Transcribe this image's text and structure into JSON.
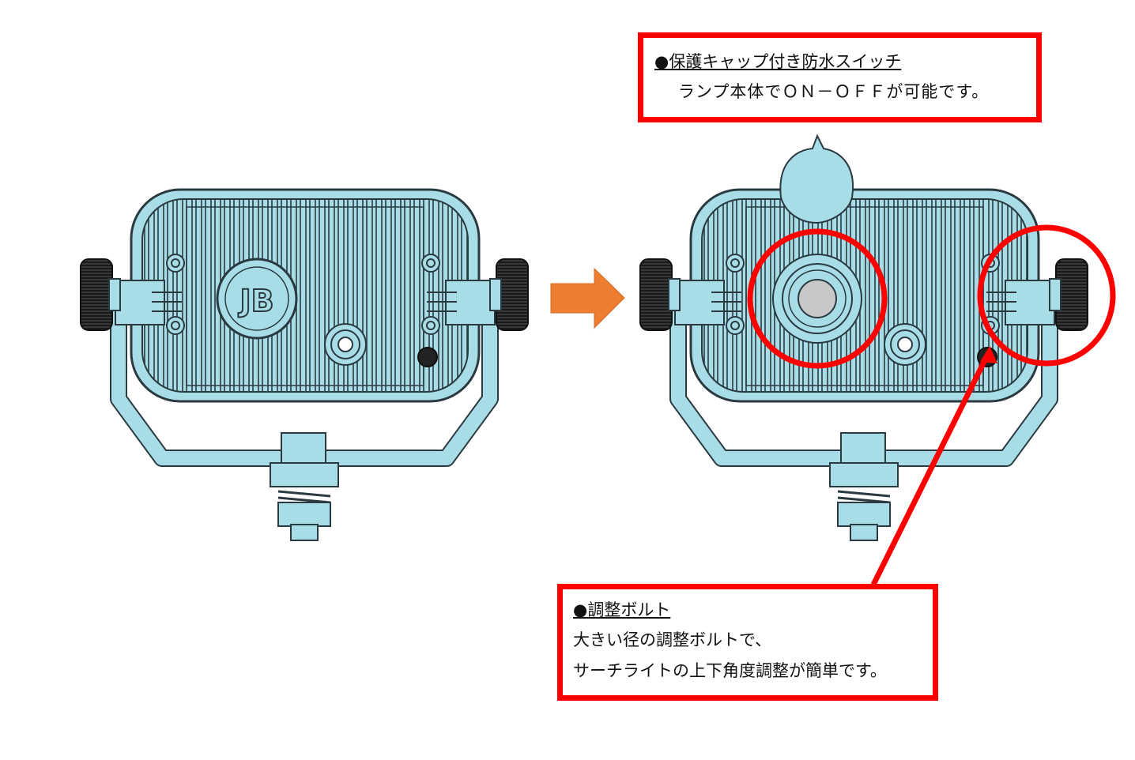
{
  "left_lamp": {
    "logo": "JB"
  },
  "switch_callout": {
    "title": "●保護キャップ付き防水スイッチ",
    "body": "ランプ本体でＯＮ－ＯＦＦが可能です。"
  },
  "bolt_callout": {
    "title": "●調整ボルト",
    "line1": "大きい径の調整ボルトで、",
    "line2": "サーチライトの上下角度調整が簡単です。"
  },
  "colors": {
    "lamp_fill": "#a8dde8",
    "outline": "#2a3a40",
    "highlight": "#ff0000",
    "arrow": "#ed7d31",
    "knob": "#1a1a1a",
    "switch_center": "#c8c8c8"
  },
  "icons": [
    "right-arrow-icon",
    "lamp-drawing-before",
    "lamp-drawing-after"
  ]
}
